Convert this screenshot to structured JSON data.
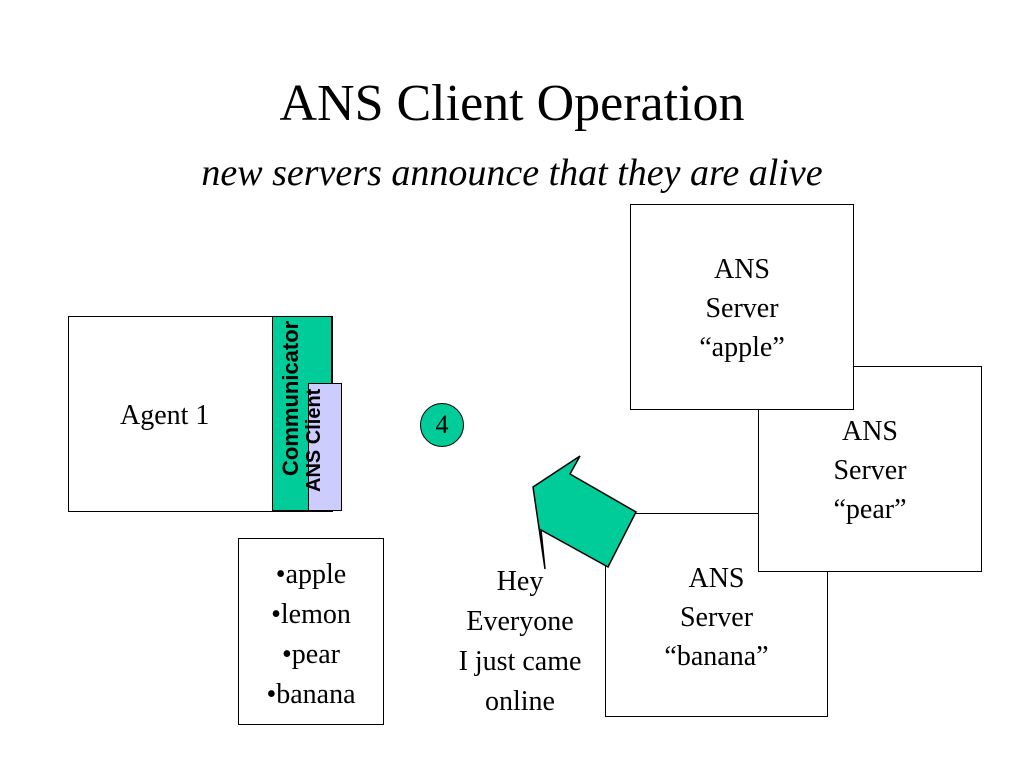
{
  "slide": {
    "title": "ANS Client Operation",
    "subtitle": "new servers announce that they are alive"
  },
  "agent": {
    "label": "Agent 1",
    "communicator_label": "Communicator",
    "client_label": "ANS Client"
  },
  "step": {
    "number": "4"
  },
  "server_list": {
    "items": [
      "•apple",
      "•lemon",
      "•pear",
      "•banana"
    ]
  },
  "message": {
    "lines": [
      "Hey",
      "Everyone",
      "I just came",
      "online"
    ]
  },
  "servers": {
    "apple": {
      "lines": [
        "ANS",
        "Server",
        "“apple”"
      ]
    },
    "pear": {
      "lines": [
        "ANS",
        "Server",
        "“pear”"
      ]
    },
    "banana": {
      "lines": [
        "ANS",
        "Server",
        "“banana”"
      ]
    }
  },
  "colors": {
    "communicator": "#00cc99",
    "client": "#ccccff",
    "arrow": "#00cc99",
    "step_circle": "#00cc99"
  }
}
